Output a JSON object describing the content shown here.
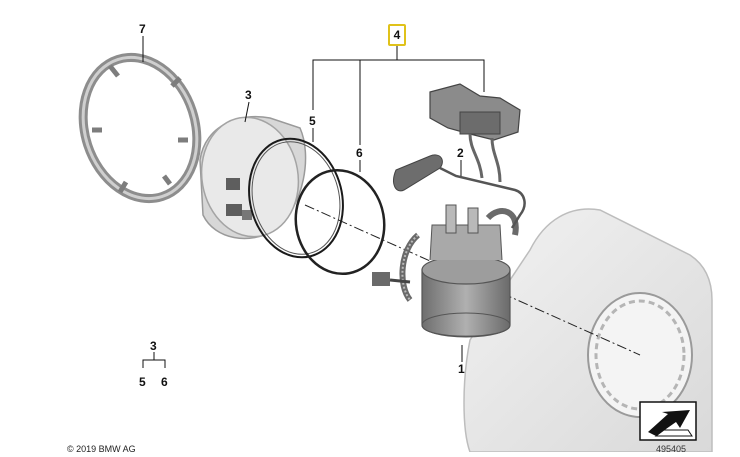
{
  "labels": {
    "part_7": "7",
    "part_3": "3",
    "part_5": "5",
    "part_6": "6",
    "part_4": "4",
    "part_2": "2",
    "part_1": "1",
    "legend_parent": "3",
    "legend_child_a": "5",
    "legend_child_b": "6"
  },
  "footer": {
    "copyright": "© 2019 BMW AG",
    "diagram_id": "495405"
  },
  "colors": {
    "highlight": "#e0c21a",
    "line": "#111111",
    "part_gray": "#8a8a8a",
    "tank_gray": "#e6e6e6"
  }
}
